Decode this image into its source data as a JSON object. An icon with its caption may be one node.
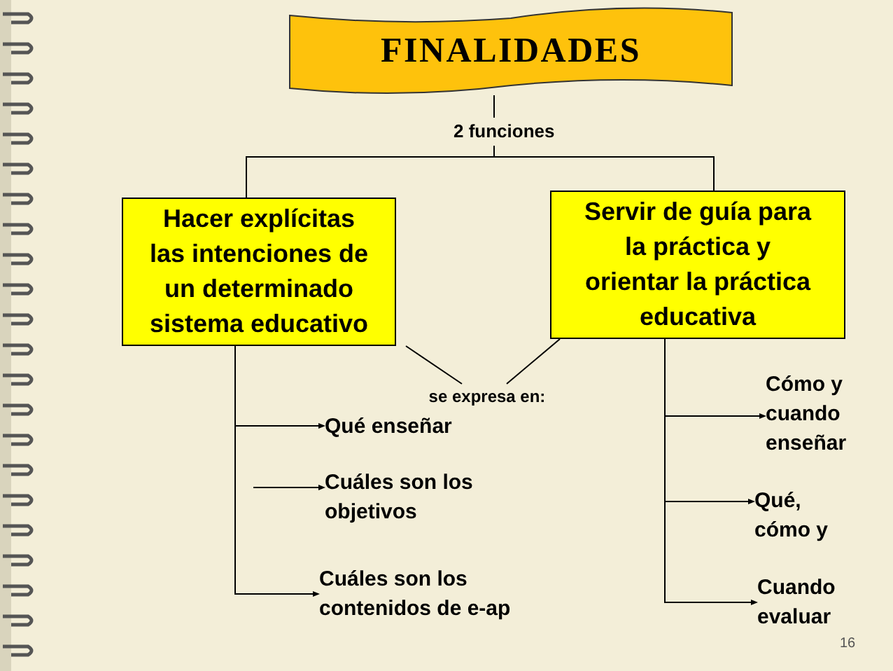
{
  "diagram": {
    "nodes": [
      {
        "text": [
          "FINALIDADES"
        ]
      },
      {
        "text": [
          "Hacer explícitas las intenciones de un determinado sistema educativo"
        ]
      },
      {
        "text": [
          "Servir de guía para la práctica y orientar la práctica educativa"
        ]
      },
      {
        "text": [
          "se expresa en:"
        ]
      },
      {
        "text": [
          "Qué enseñar"
        ]
      },
      {
        "text": [
          "Cuáles son los objetivos"
        ]
      },
      {
        "text": [
          "Cuáles son los contenidos de e-ap"
        ]
      },
      {
        "text": [
          "Cómo y cuando enseñar"
        ]
      },
      {
        "text": [
          "Qué, cómo y"
        ]
      },
      {
        "text": [
          "Cuando evaluar"
        ]
      }
    ],
    "edges": [
      {
        "from": 0,
        "to": 1,
        "arrow": "none"
      },
      {
        "from": 0,
        "to": 2,
        "arrow": "none"
      },
      {
        "from": 1,
        "to": 3,
        "arrow": "none"
      },
      {
        "from": 2,
        "to": 3,
        "arrow": "none"
      },
      {
        "from": 1,
        "to": 4,
        "arrow": "to"
      },
      {
        "from": null,
        "to": 5,
        "arrow": "to"
      },
      {
        "from": 1,
        "to": 6,
        "arrow": "to"
      },
      {
        "from": 2,
        "to": 7,
        "arrow": "to"
      },
      {
        "from": 2,
        "to": 8,
        "arrow": "to"
      },
      {
        "from": 2,
        "to": 9,
        "arrow": "to"
      }
    ],
    "labels": [
      "2 funciones",
      "16"
    ]
  }
}
